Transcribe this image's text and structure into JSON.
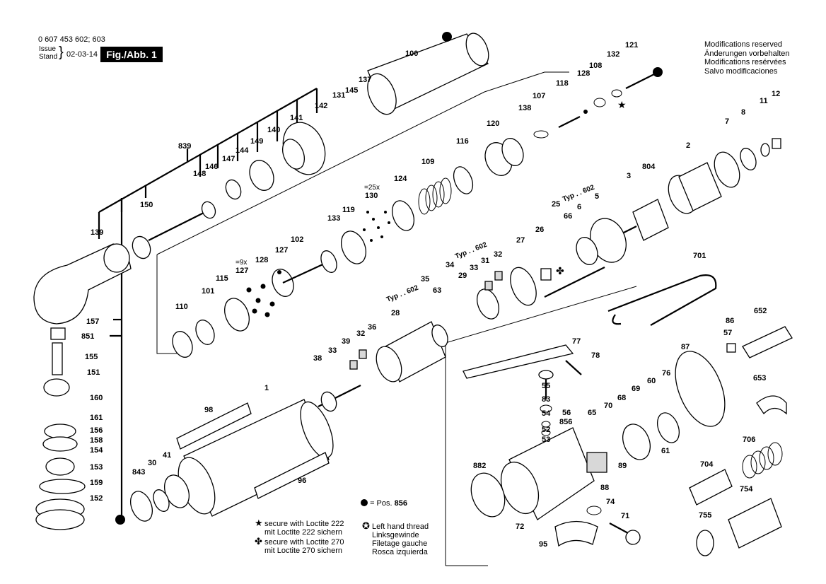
{
  "header": {
    "part_numbers": "0 607 453 602; 603",
    "issue_label": "Issue",
    "stand_label": "Stand",
    "date": "02-03-14",
    "figure": "Fig./Abb. 1"
  },
  "modifications": [
    "Modifications reserved",
    "Änderungen vorbehalten",
    "Modifications resérvées",
    "Salvo modificaciones"
  ],
  "legend": {
    "dot_eq": "= Pos.",
    "dot_pos": "856",
    "star_lines": [
      "secure with Loctite 222",
      "mit Loctite 222 sichern"
    ],
    "clover_lines": [
      "secure with Loctite 270",
      "mit Loctite 270 sichern"
    ],
    "lh_lines": [
      "Left hand thread",
      "Linksgewinde",
      "Filetage gauche",
      "Rosca izquierda"
    ]
  },
  "variant_labels": [
    "Typ . . 602",
    "Typ . . 602",
    "Typ . . 602"
  ],
  "qty_labels": [
    "=25x",
    "=9x"
  ],
  "part_labels": [
    "100",
    "131",
    "145",
    "137",
    "142",
    "141",
    "140",
    "149",
    "144",
    "147",
    "146",
    "148",
    "839",
    "150",
    "139",
    "121",
    "132",
    "108",
    "128",
    "118",
    "107",
    "138",
    "120",
    "116",
    "109",
    "124",
    "130",
    "119",
    "133",
    "102",
    "127",
    "128",
    "127",
    "115",
    "101",
    "110",
    "12",
    "11",
    "8",
    "7",
    "2",
    "804",
    "3",
    "5",
    "6",
    "66",
    "25",
    "26",
    "27",
    "32",
    "31",
    "33",
    "29",
    "34",
    "35",
    "63",
    "28",
    "36",
    "32",
    "39",
    "33",
    "38",
    "1",
    "98",
    "96",
    "30",
    "41",
    "843",
    "157",
    "851",
    "155",
    "151",
    "160",
    "161",
    "156",
    "158",
    "154",
    "153",
    "159",
    "152",
    "701",
    "652",
    "86",
    "57",
    "87",
    "653",
    "706",
    "704",
    "754",
    "755",
    "77",
    "78",
    "55",
    "83",
    "54",
    "52",
    "53",
    "56",
    "856",
    "65",
    "70",
    "68",
    "69",
    "60",
    "76",
    "882",
    "88",
    "89",
    "61",
    "74",
    "71",
    "72",
    "95"
  ]
}
